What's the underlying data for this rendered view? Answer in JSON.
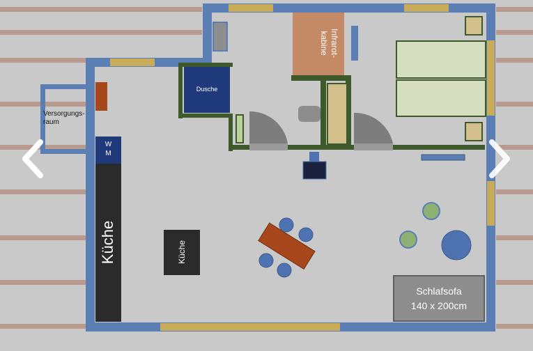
{
  "labels": {
    "versorgung_line1": "Versorgungs-",
    "versorgung_line2": "raum",
    "dusche": "Dusche",
    "infrarot_line1": "Infrarot-",
    "infrarot_line2": "kabine",
    "wm_line1": "W",
    "wm_line2": "M",
    "kueche_counter": "Küche",
    "kueche_island": "Küche",
    "schlafsofa_line1": "Schlafsofa",
    "schlafsofa_line2": "140 x 200cm"
  },
  "nav": {
    "prev_icon": "chevron-left-icon",
    "next_icon": "chevron-right-icon"
  },
  "colors": {
    "background": "#c9c9c9",
    "stripes": "#b89a8f",
    "outer_wall": "#5b7fb5",
    "window": "#c9ac5a",
    "inner_wall": "#3e5a2a",
    "shower": "#1f3a7a",
    "infrared": "#c48a66",
    "counter": "#2b2b2b",
    "table": "#a9471c",
    "chair": "#4f73b0",
    "side_table": "#8fb073",
    "sofa": "#8d8d8d",
    "door": "#7d7d7d",
    "bed": "#d6dec0"
  }
}
